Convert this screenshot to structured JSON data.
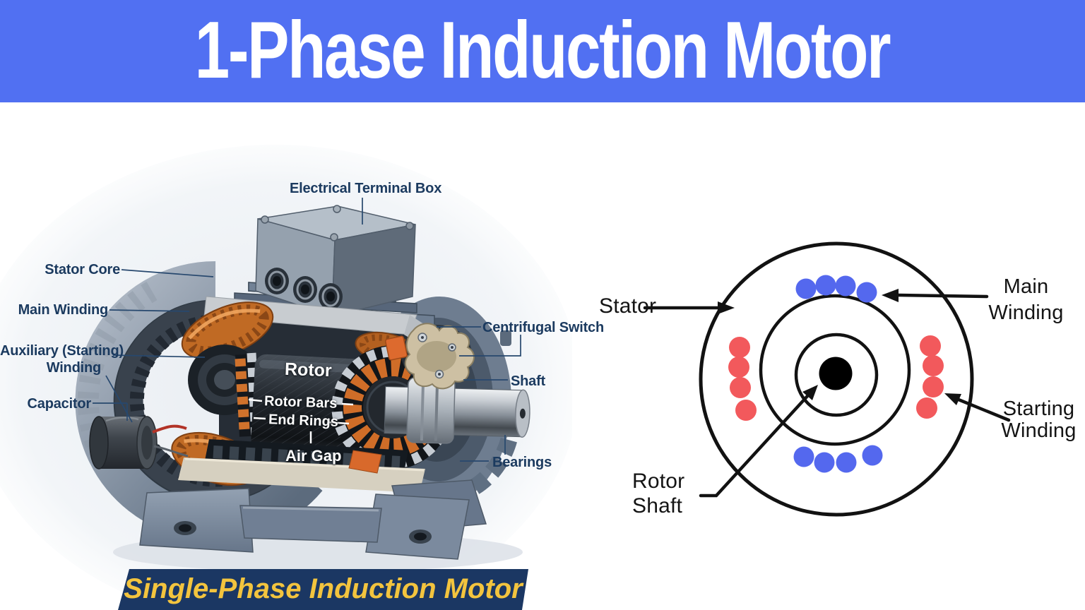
{
  "header": {
    "title": "1-Phase Induction Motor"
  },
  "motor_figure": {
    "caption": "Single-Phase Induction Motor",
    "labels": {
      "electrical_terminal_box": "Electrical Terminal Box",
      "stator_core": "Stator Core",
      "main_winding": "Main Winding",
      "auxiliary_winding": [
        "Auxiliary (Starting)",
        "Winding"
      ],
      "capacitor": "Capacitor",
      "centrifugal_switch": "Centrifugal Switch",
      "shaft": "Shaft",
      "bearings": "Bearings"
    },
    "part_labels": {
      "rotor": "Rotor",
      "rotor_bars": "Rotor Bars",
      "end_rings": "End Rings",
      "air_gap": "Air Gap"
    }
  },
  "cross_section": {
    "labels": {
      "stator": "Stator",
      "main_winding": [
        "Main",
        "Winding"
      ],
      "starting_winding": [
        "Starting",
        "Winding"
      ],
      "rotor_shaft": [
        "Rotor",
        "Shaft"
      ]
    },
    "legend": {
      "main_winding_color": "#5468ee",
      "starting_winding_color": "#f2595c"
    }
  },
  "colors": {
    "header_bg": "#5170f2",
    "header_text": "#ffffff",
    "label_text": "#1b3a5f",
    "caption_bg": "#1b3763",
    "caption_text": "#f3c43e",
    "copper_winding": "#c76f26",
    "diagram_line": "#121212"
  }
}
